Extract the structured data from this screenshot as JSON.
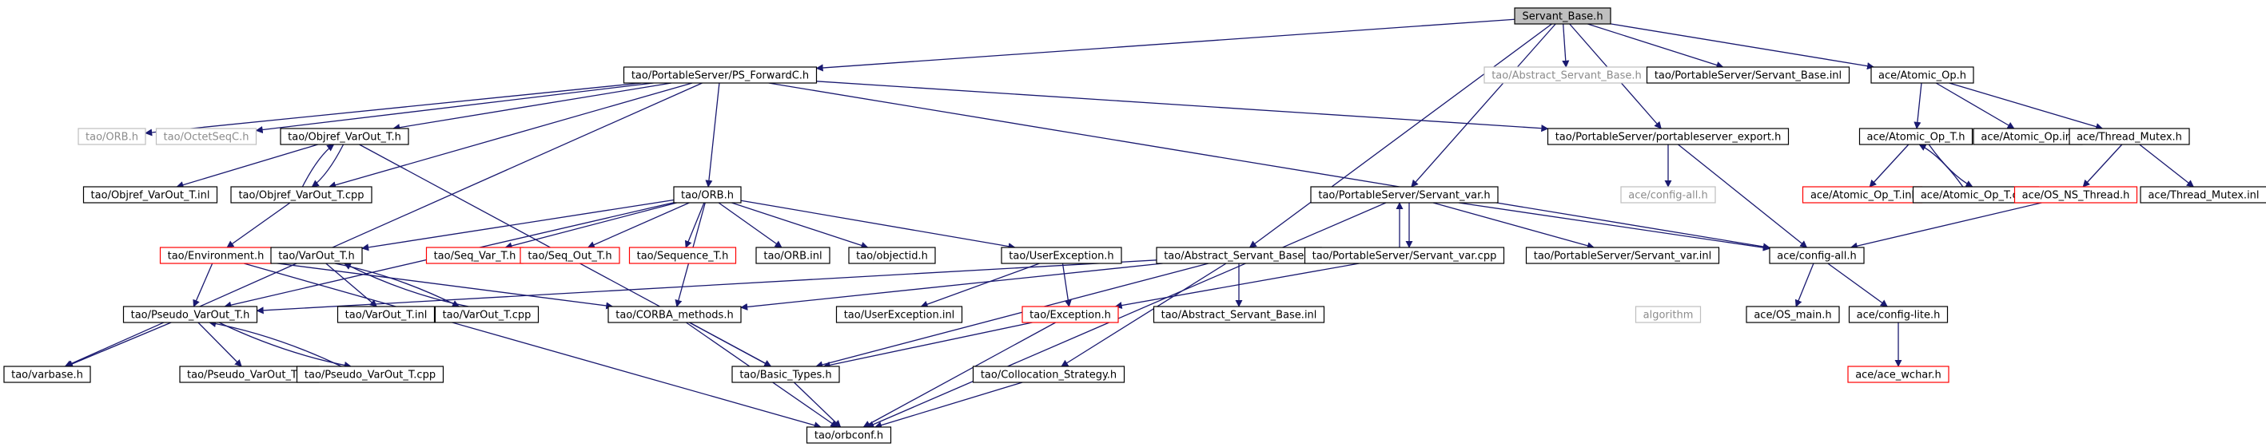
{
  "graph": {
    "edge_color": "#191970",
    "box_colors": {
      "normal": "#000000",
      "missing": "#bfbfbf",
      "truncated": "#ff0000",
      "root_fill": "#bfbfbf"
    },
    "nodes": [
      {
        "id": "servant_base",
        "label": "Servant_Base.h",
        "style": "root"
      },
      {
        "id": "ps_forwardc",
        "label": "tao/PortableServer/PS_ForwardC.h",
        "style": "normal"
      },
      {
        "id": "abs_sb_gray",
        "label": "tao/Abstract_Servant_Base.h",
        "style": "missing"
      },
      {
        "id": "ps_sb_inl",
        "label": "tao/PortableServer/Servant_Base.inl",
        "style": "normal"
      },
      {
        "id": "atomic_op",
        "label": "ace/Atomic_Op.h",
        "style": "normal"
      },
      {
        "id": "orb_h_gray",
        "label": "tao/ORB.h",
        "style": "missing"
      },
      {
        "id": "octetseqc",
        "label": "tao/OctetSeqC.h",
        "style": "missing"
      },
      {
        "id": "objref_varout",
        "label": "tao/Objref_VarOut_T.h",
        "style": "normal"
      },
      {
        "id": "ps_export",
        "label": "tao/PortableServer/portableserver_export.h",
        "style": "normal"
      },
      {
        "id": "atomic_op_t",
        "label": "ace/Atomic_Op_T.h",
        "style": "normal"
      },
      {
        "id": "atomic_op_inl",
        "label": "ace/Atomic_Op.inl",
        "style": "normal"
      },
      {
        "id": "thread_mutex",
        "label": "ace/Thread_Mutex.h",
        "style": "normal"
      },
      {
        "id": "objref_varout_inl",
        "label": "tao/Objref_VarOut_T.inl",
        "style": "normal"
      },
      {
        "id": "objref_varout_cpp",
        "label": "tao/Objref_VarOut_T.cpp",
        "style": "normal"
      },
      {
        "id": "orb_h",
        "label": "tao/ORB.h",
        "style": "normal"
      },
      {
        "id": "config_all_gray",
        "label": "ace/config-all.h",
        "style": "missing"
      },
      {
        "id": "ps_servant_var",
        "label": "tao/PortableServer/Servant_var.h",
        "style": "normal"
      },
      {
        "id": "atomic_op_t_inl",
        "label": "ace/Atomic_Op_T.inl",
        "style": "truncated"
      },
      {
        "id": "atomic_op_t_cpp",
        "label": "ace/Atomic_Op_T.cpp",
        "style": "normal"
      },
      {
        "id": "os_ns_thread",
        "label": "ace/OS_NS_Thread.h",
        "style": "truncated"
      },
      {
        "id": "thread_mutex_inl",
        "label": "ace/Thread_Mutex.inl",
        "style": "normal"
      },
      {
        "id": "environment",
        "label": "tao/Environment.h",
        "style": "truncated"
      },
      {
        "id": "varout_t",
        "label": "tao/VarOut_T.h",
        "style": "normal"
      },
      {
        "id": "seq_var",
        "label": "tao/Seq_Var_T.h",
        "style": "truncated"
      },
      {
        "id": "seq_out",
        "label": "tao/Seq_Out_T.h",
        "style": "truncated"
      },
      {
        "id": "sequence_t",
        "label": "tao/Sequence_T.h",
        "style": "truncated"
      },
      {
        "id": "orb_inl",
        "label": "tao/ORB.inl",
        "style": "normal"
      },
      {
        "id": "objectid",
        "label": "tao/objectid.h",
        "style": "normal"
      },
      {
        "id": "userexception",
        "label": "tao/UserException.h",
        "style": "normal"
      },
      {
        "id": "abs_sb",
        "label": "tao/Abstract_Servant_Base.h",
        "style": "normal"
      },
      {
        "id": "ps_servant_var_cpp",
        "label": "tao/PortableServer/Servant_var.cpp",
        "style": "normal"
      },
      {
        "id": "ps_servant_var_inl",
        "label": "tao/PortableServer/Servant_var.inl",
        "style": "normal"
      },
      {
        "id": "config_all",
        "label": "ace/config-all.h",
        "style": "normal"
      },
      {
        "id": "pseudo_varout",
        "label": "tao/Pseudo_VarOut_T.h",
        "style": "normal"
      },
      {
        "id": "varout_inl",
        "label": "tao/VarOut_T.inl",
        "style": "normal"
      },
      {
        "id": "varout_cpp",
        "label": "tao/VarOut_T.cpp",
        "style": "normal"
      },
      {
        "id": "corba_methods",
        "label": "tao/CORBA_methods.h",
        "style": "normal"
      },
      {
        "id": "userexception_inl",
        "label": "tao/UserException.inl",
        "style": "normal"
      },
      {
        "id": "exception",
        "label": "tao/Exception.h",
        "style": "truncated"
      },
      {
        "id": "abs_sb_inl",
        "label": "tao/Abstract_Servant_Base.inl",
        "style": "normal"
      },
      {
        "id": "algorithm",
        "label": "algorithm",
        "style": "missing"
      },
      {
        "id": "os_main",
        "label": "ace/OS_main.h",
        "style": "normal"
      },
      {
        "id": "config_lite",
        "label": "ace/config-lite.h",
        "style": "normal"
      },
      {
        "id": "varbase",
        "label": "tao/varbase.h",
        "style": "normal"
      },
      {
        "id": "pseudo_varout_inl",
        "label": "tao/Pseudo_VarOut_T.inl",
        "style": "normal"
      },
      {
        "id": "pseudo_varout_cpp",
        "label": "tao/Pseudo_VarOut_T.cpp",
        "style": "normal"
      },
      {
        "id": "basic_types",
        "label": "tao/Basic_Types.h",
        "style": "normal"
      },
      {
        "id": "collocation",
        "label": "tao/Collocation_Strategy.h",
        "style": "normal"
      },
      {
        "id": "ace_wchar",
        "label": "ace/ace_wchar.h",
        "style": "truncated"
      },
      {
        "id": "orbconf",
        "label": "tao/orbconf.h",
        "style": "normal"
      }
    ],
    "edges": [
      [
        "servant_base",
        "ps_forwardc"
      ],
      [
        "servant_base",
        "abs_sb_gray"
      ],
      [
        "servant_base",
        "ps_sb_inl"
      ],
      [
        "servant_base",
        "atomic_op"
      ],
      [
        "servant_base",
        "ps_export"
      ],
      [
        "servant_base",
        "ps_servant_var"
      ],
      [
        "servant_base",
        "abs_sb"
      ],
      [
        "ps_forwardc",
        "orb_h_gray"
      ],
      [
        "ps_forwardc",
        "octetseqc"
      ],
      [
        "ps_forwardc",
        "objref_varout"
      ],
      [
        "ps_forwardc",
        "ps_export"
      ],
      [
        "ps_forwardc",
        "orb_h"
      ],
      [
        "ps_forwardc",
        "config_all"
      ],
      [
        "ps_forwardc",
        "varbase"
      ],
      [
        "ps_forwardc",
        "objref_varout_cpp"
      ],
      [
        "objref_varout",
        "objref_varout_inl"
      ],
      [
        "objref_varout",
        "objref_varout_cpp"
      ],
      [
        "objref_varout",
        "basic_types"
      ],
      [
        "objref_varout_cpp",
        "objref_varout"
      ],
      [
        "objref_varout_cpp",
        "environment"
      ],
      [
        "ps_export",
        "config_all_gray"
      ],
      [
        "ps_export",
        "config_all"
      ],
      [
        "atomic_op",
        "atomic_op_t"
      ],
      [
        "atomic_op",
        "atomic_op_inl"
      ],
      [
        "atomic_op",
        "thread_mutex"
      ],
      [
        "atomic_op_t",
        "atomic_op_t_inl"
      ],
      [
        "atomic_op_t",
        "atomic_op_t_cpp"
      ],
      [
        "atomic_op_t_cpp",
        "atomic_op_t"
      ],
      [
        "thread_mutex",
        "os_ns_thread"
      ],
      [
        "thread_mutex",
        "thread_mutex_inl"
      ],
      [
        "os_ns_thread",
        "config_all"
      ],
      [
        "orb_h",
        "varout_t"
      ],
      [
        "orb_h",
        "seq_var"
      ],
      [
        "orb_h",
        "seq_out"
      ],
      [
        "orb_h",
        "sequence_t"
      ],
      [
        "orb_h",
        "orb_inl"
      ],
      [
        "orb_h",
        "objectid"
      ],
      [
        "orb_h",
        "userexception"
      ],
      [
        "orb_h",
        "pseudo_varout"
      ],
      [
        "orb_h",
        "corba_methods"
      ],
      [
        "environment",
        "pseudo_varout"
      ],
      [
        "environment",
        "corba_methods"
      ],
      [
        "environment",
        "orbconf"
      ],
      [
        "varout_t",
        "varout_inl"
      ],
      [
        "varout_t",
        "varout_cpp"
      ],
      [
        "varout_cpp",
        "varout_t"
      ],
      [
        "userexception",
        "userexception_inl"
      ],
      [
        "userexception",
        "exception"
      ],
      [
        "ps_servant_var",
        "ps_servant_var_cpp"
      ],
      [
        "ps_servant_var",
        "ps_servant_var_inl"
      ],
      [
        "ps_servant_var",
        "config_all"
      ],
      [
        "ps_servant_var",
        "orbconf"
      ],
      [
        "ps_servant_var_cpp",
        "ps_servant_var"
      ],
      [
        "ps_servant_var_cpp",
        "exception"
      ],
      [
        "abs_sb",
        "corba_methods"
      ],
      [
        "abs_sb",
        "pseudo_varout"
      ],
      [
        "abs_sb",
        "abs_sb_inl"
      ],
      [
        "abs_sb",
        "collocation"
      ],
      [
        "abs_sb",
        "basic_types"
      ],
      [
        "config_all",
        "os_main"
      ],
      [
        "config_all",
        "config_lite"
      ],
      [
        "config_lite",
        "ace_wchar"
      ],
      [
        "pseudo_varout",
        "varbase"
      ],
      [
        "pseudo_varout",
        "pseudo_varout_inl"
      ],
      [
        "pseudo_varout",
        "pseudo_varout_cpp"
      ],
      [
        "pseudo_varout_cpp",
        "pseudo_varout"
      ],
      [
        "corba_methods",
        "basic_types"
      ],
      [
        "corba_methods",
        "orbconf"
      ],
      [
        "exception",
        "basic_types"
      ],
      [
        "exception",
        "orbconf"
      ],
      [
        "basic_types",
        "orbconf"
      ],
      [
        "collocation",
        "orbconf"
      ]
    ]
  }
}
